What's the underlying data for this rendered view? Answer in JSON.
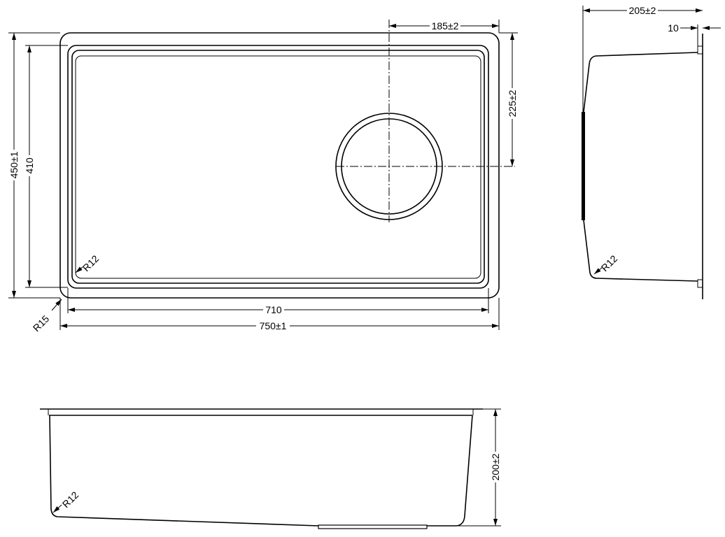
{
  "top_view": {
    "drain_offset": "185±2",
    "drain_center_depth": "225±2",
    "overall_depth": "450±1",
    "inner_depth": "410",
    "inner_width": "710",
    "overall_width": "750±1",
    "outer_radius": "R15",
    "inner_radius": "R12"
  },
  "side_view": {
    "depth": "205±2",
    "flange": "10",
    "radius": "R12"
  },
  "front_view": {
    "height": "200±2",
    "radius": "R12"
  }
}
